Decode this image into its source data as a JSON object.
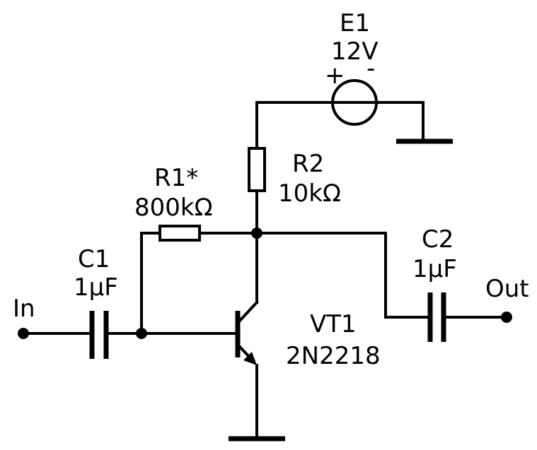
{
  "colors": {
    "background": "#ffffff",
    "ink": "#000000"
  },
  "components": {
    "source": {
      "ref": "E1",
      "value": "12V",
      "plus": "+",
      "minus": "-"
    },
    "r1": {
      "ref": "R1*",
      "value": "800kΩ"
    },
    "r2": {
      "ref": "R2",
      "value": "10kΩ"
    },
    "c1": {
      "ref": "C1",
      "value": "1µF"
    },
    "c2": {
      "ref": "C2",
      "value": "1µF"
    },
    "transistor": {
      "ref": "VT1",
      "part": "2N2218"
    }
  },
  "terminals": {
    "input": "In",
    "output": "Out"
  }
}
